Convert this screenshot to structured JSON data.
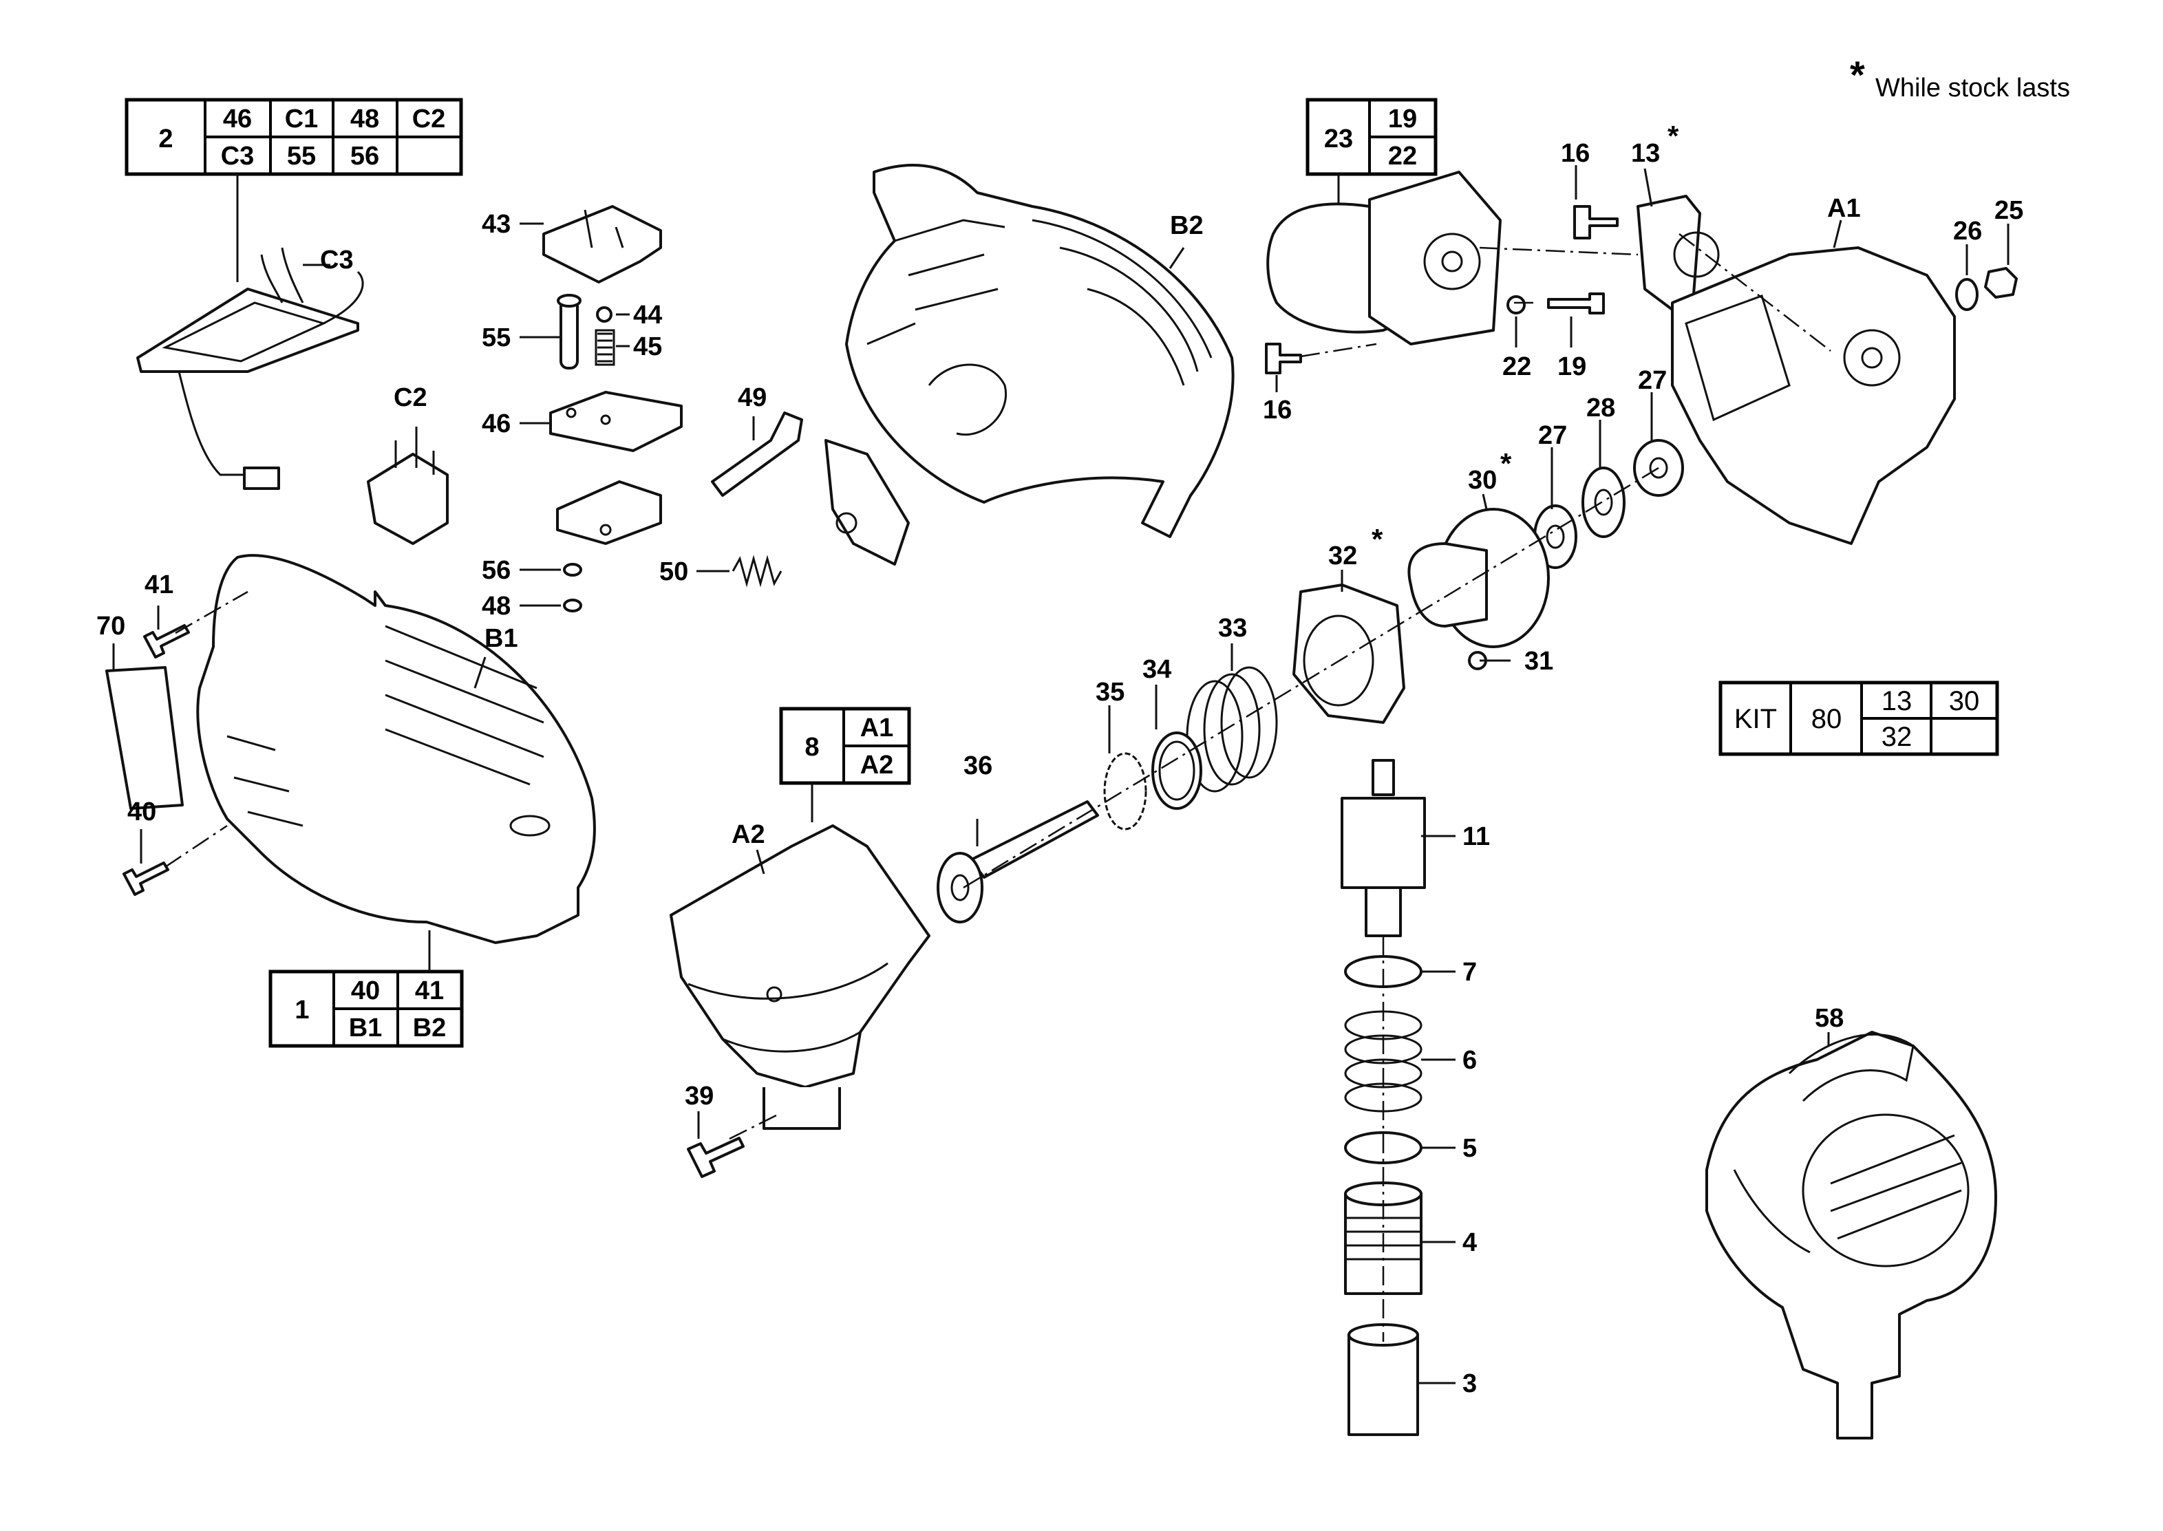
{
  "note": {
    "mark": "*",
    "text": "While stock lasts"
  },
  "callouts": [
    {
      "id": "c43",
      "text": "43"
    },
    {
      "id": "c55",
      "text": "55"
    },
    {
      "id": "c46",
      "text": "46"
    },
    {
      "id": "c56",
      "text": "56"
    },
    {
      "id": "c48",
      "text": "48"
    },
    {
      "id": "c44",
      "text": "44"
    },
    {
      "id": "c45",
      "text": "45"
    },
    {
      "id": "c49",
      "text": "49"
    },
    {
      "id": "c50",
      "text": "50"
    },
    {
      "id": "cC3",
      "text": "C3"
    },
    {
      "id": "cC2",
      "text": "C2"
    },
    {
      "id": "c41",
      "text": "41"
    },
    {
      "id": "c70",
      "text": "70"
    },
    {
      "id": "cB1",
      "text": "B1"
    },
    {
      "id": "c40",
      "text": "40"
    },
    {
      "id": "cB2",
      "text": "B2"
    },
    {
      "id": "c16a",
      "text": "16"
    },
    {
      "id": "c13",
      "text": "13"
    },
    {
      "id": "cA1",
      "text": "A1"
    },
    {
      "id": "c26",
      "text": "26"
    },
    {
      "id": "c25",
      "text": "25"
    },
    {
      "id": "c22",
      "text": "22"
    },
    {
      "id": "c19",
      "text": "19"
    },
    {
      "id": "c16b",
      "text": "16"
    },
    {
      "id": "c27a",
      "text": "27"
    },
    {
      "id": "c28",
      "text": "28"
    },
    {
      "id": "c27b",
      "text": "27"
    },
    {
      "id": "c30",
      "text": "30"
    },
    {
      "id": "c32",
      "text": "32"
    },
    {
      "id": "c31",
      "text": "31"
    },
    {
      "id": "c33",
      "text": "33"
    },
    {
      "id": "c34",
      "text": "34"
    },
    {
      "id": "c35",
      "text": "35"
    },
    {
      "id": "c36",
      "text": "36"
    },
    {
      "id": "cA2",
      "text": "A2"
    },
    {
      "id": "c39",
      "text": "39"
    },
    {
      "id": "c11",
      "text": "11"
    },
    {
      "id": "c7",
      "text": "7"
    },
    {
      "id": "c6",
      "text": "6"
    },
    {
      "id": "c5",
      "text": "5"
    },
    {
      "id": "c4",
      "text": "4"
    },
    {
      "id": "c3",
      "text": "3"
    },
    {
      "id": "c58",
      "text": "58"
    }
  ],
  "stars": [
    "*",
    "*",
    "*"
  ],
  "tables": {
    "t2": {
      "main": "2",
      "cells": [
        "46",
        "C1",
        "48",
        "C2",
        "C3",
        "55",
        "56",
        ""
      ]
    },
    "t23": {
      "main": "23",
      "cells": [
        "19",
        "22"
      ]
    },
    "t8": {
      "main": "8",
      "cells": [
        "A1",
        "A2"
      ]
    },
    "t1": {
      "main": "1",
      "cells": [
        "40",
        "41",
        "B1",
        "B2"
      ]
    },
    "kit": {
      "label": "KIT",
      "main": "80",
      "cells": [
        "13",
        "30",
        "32",
        ""
      ]
    }
  }
}
